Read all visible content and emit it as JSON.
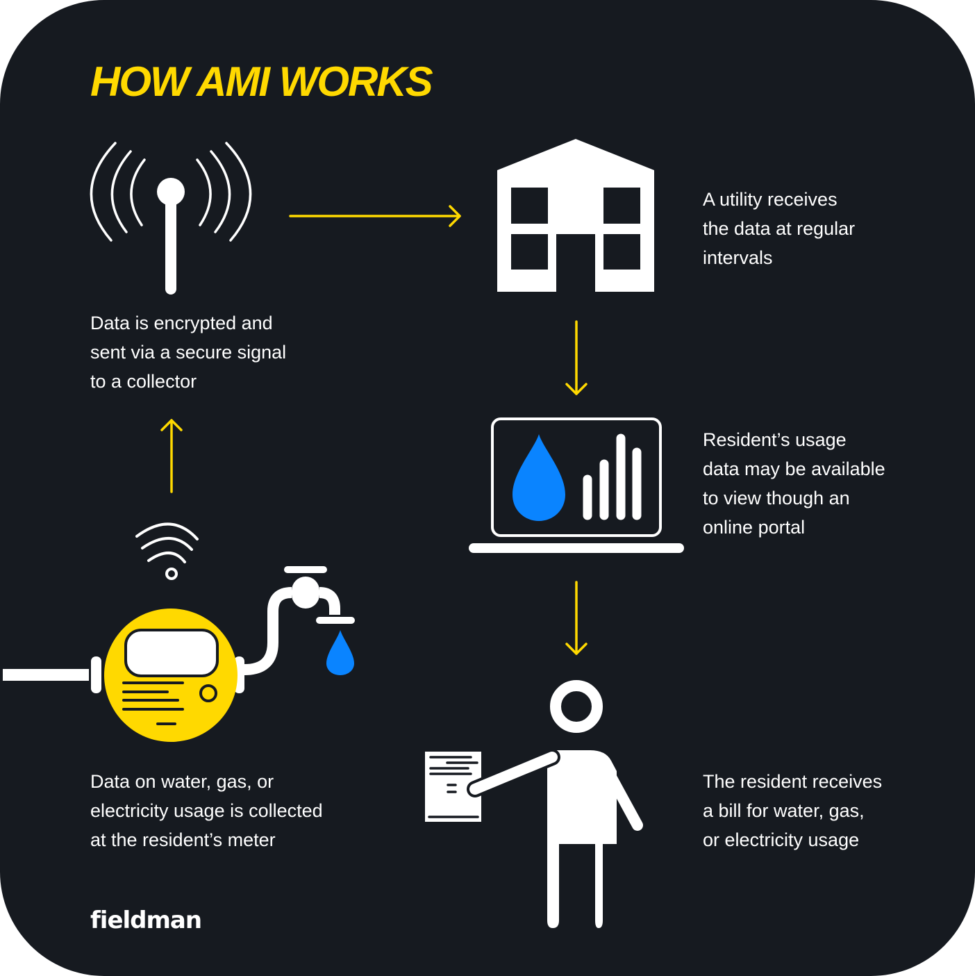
{
  "title": "HOW AMI WORKS",
  "colors": {
    "background": "#161a20",
    "accent": "#FFD900",
    "water": "#0a84ff",
    "icon": "#ffffff"
  },
  "steps": [
    {
      "icon": "meter-icon",
      "lines": [
        "Data on water, gas, or",
        "electricity usage is collected",
        "at the resident’s meter"
      ]
    },
    {
      "icon": "antenna-icon",
      "lines": [
        "Data is encrypted and",
        "sent via a secure signal",
        "to a collector"
      ]
    },
    {
      "icon": "utility-building-icon",
      "lines": [
        "A utility receives",
        "the data at regular",
        "intervals"
      ]
    },
    {
      "icon": "laptop-portal-icon",
      "lines": [
        "Resident’s usage",
        "data may be available",
        "to view though an",
        "online portal"
      ]
    },
    {
      "icon": "resident-bill-icon",
      "lines": [
        "The resident receives",
        "a bill for water, gas,",
        "or electricity usage"
      ]
    }
  ],
  "logo": "fieldman"
}
